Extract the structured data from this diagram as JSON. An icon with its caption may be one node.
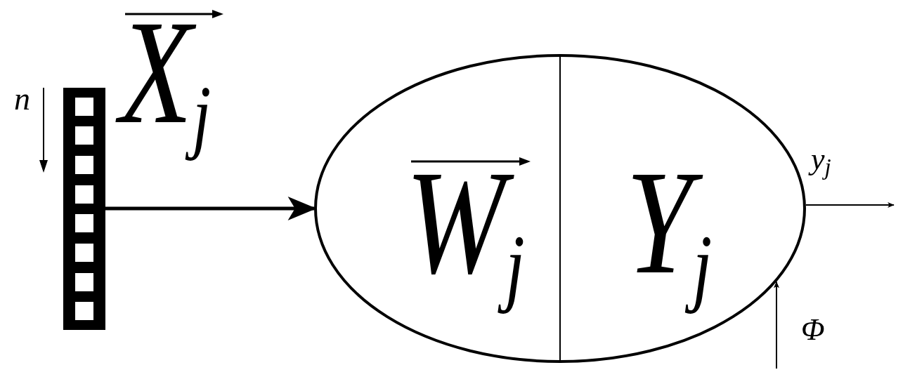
{
  "diagram": {
    "nodes": [
      {
        "text": [],
        "shape": "bar",
        "beside": [
          "X$_{j}$"
        ]
      },
      {
        "text": [],
        "shape": "ellipse"
      },
      {
        "text": [
          "W$_{j}$"
        ],
        "in": 1
      },
      {
        "text": [
          "Y$_{j}$"
        ],
        "in": 1
      }
    ],
    "edges": [
      {
        "from": 0,
        "to": 1,
        "arrow": "to",
        "style": "thick"
      },
      {
        "from": 1,
        "to": null,
        "arrow": "to",
        "label": "y$_{j}$"
      },
      {
        "from": null,
        "to": 1,
        "arrow": "to",
        "label": "Φ"
      }
    ],
    "labels": [
      "n"
    ]
  }
}
